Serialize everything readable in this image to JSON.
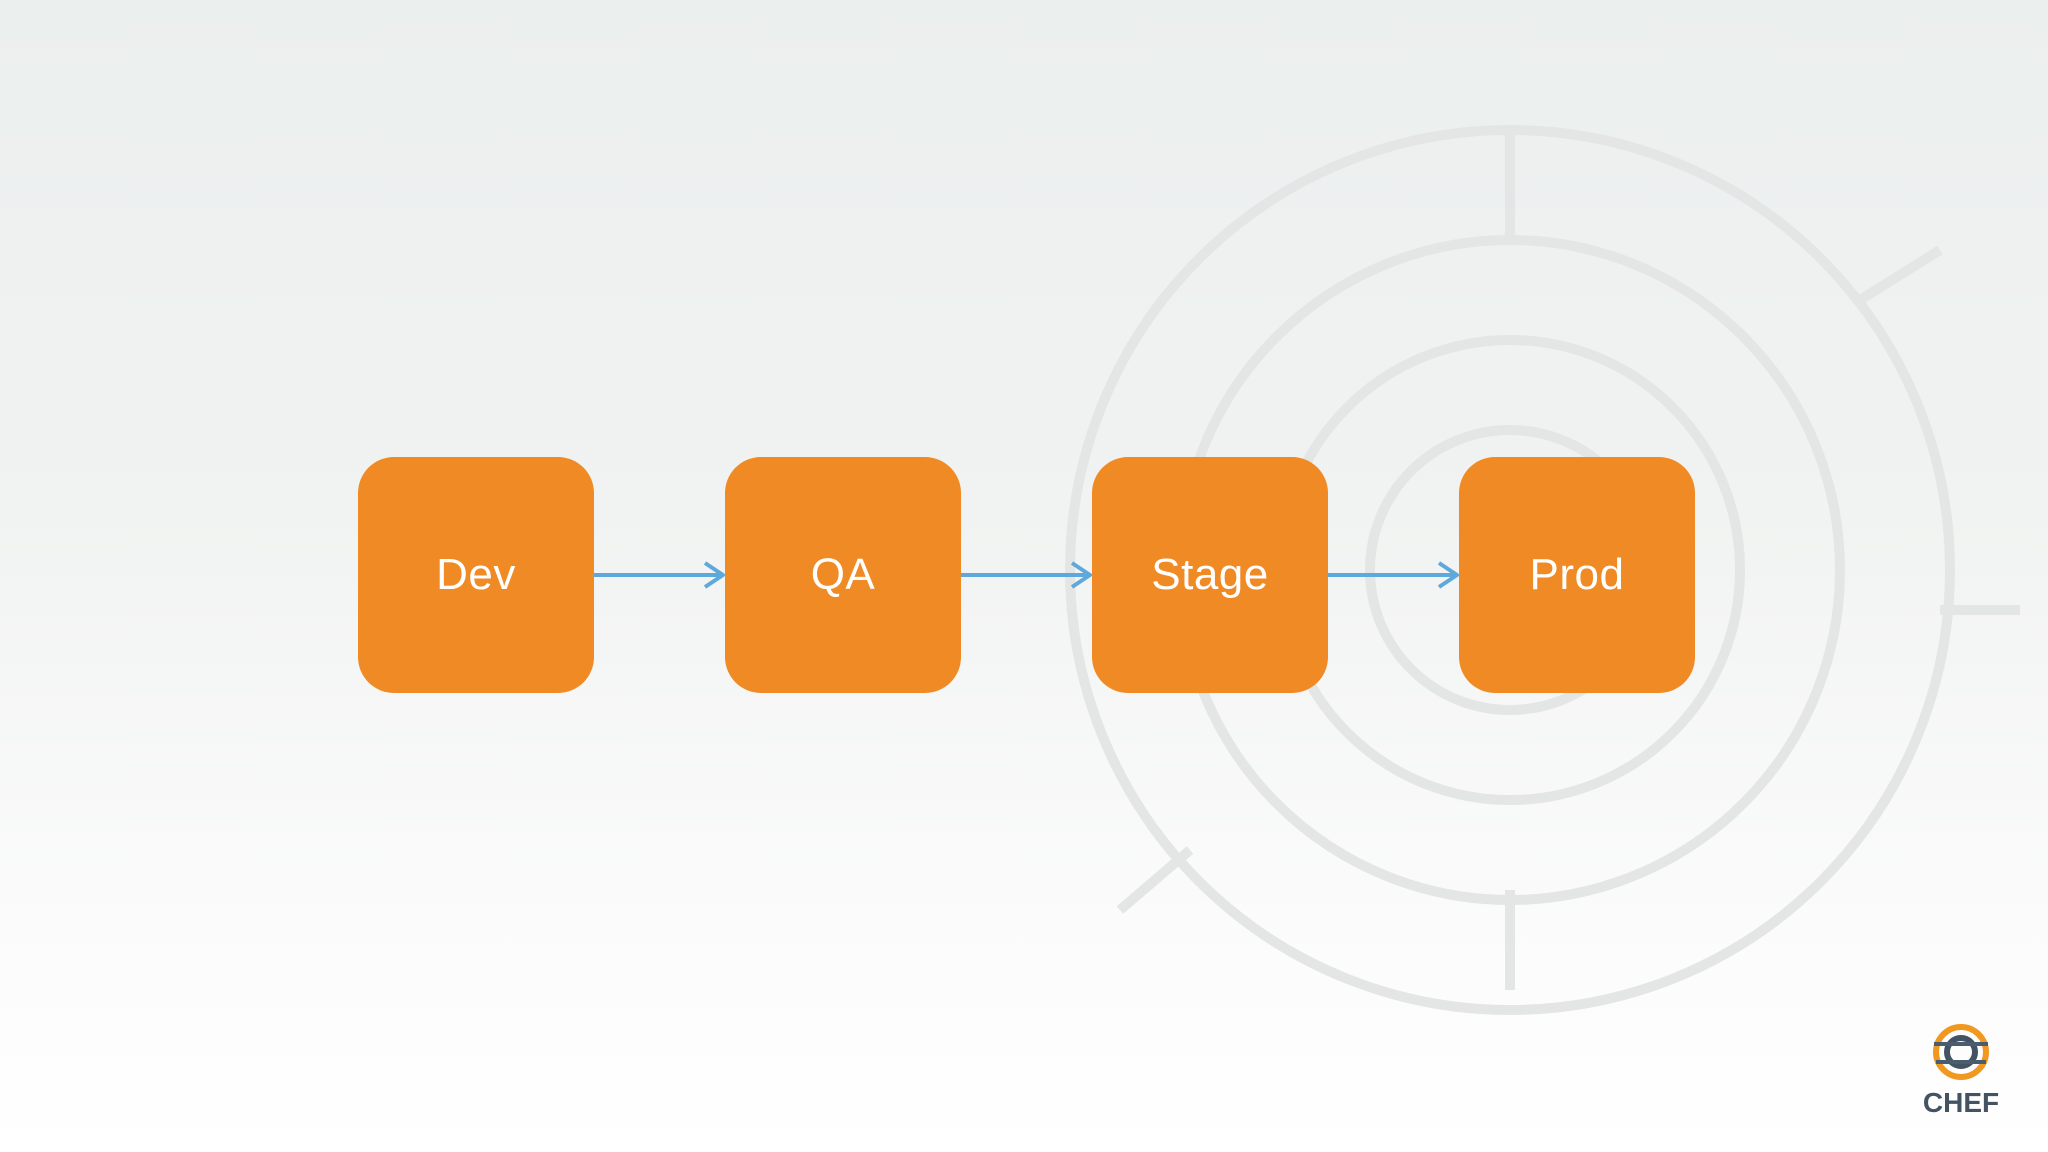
{
  "pipeline": {
    "stages": [
      {
        "label": "Dev"
      },
      {
        "label": "QA"
      },
      {
        "label": "Stage"
      },
      {
        "label": "Prod"
      }
    ],
    "box_color": "#f08a24",
    "arrow_color": "#5fa8dc"
  },
  "logo": {
    "text": "CHEF",
    "ring_colors": [
      "#f09820",
      "#435363",
      "#4a5d6e"
    ]
  }
}
